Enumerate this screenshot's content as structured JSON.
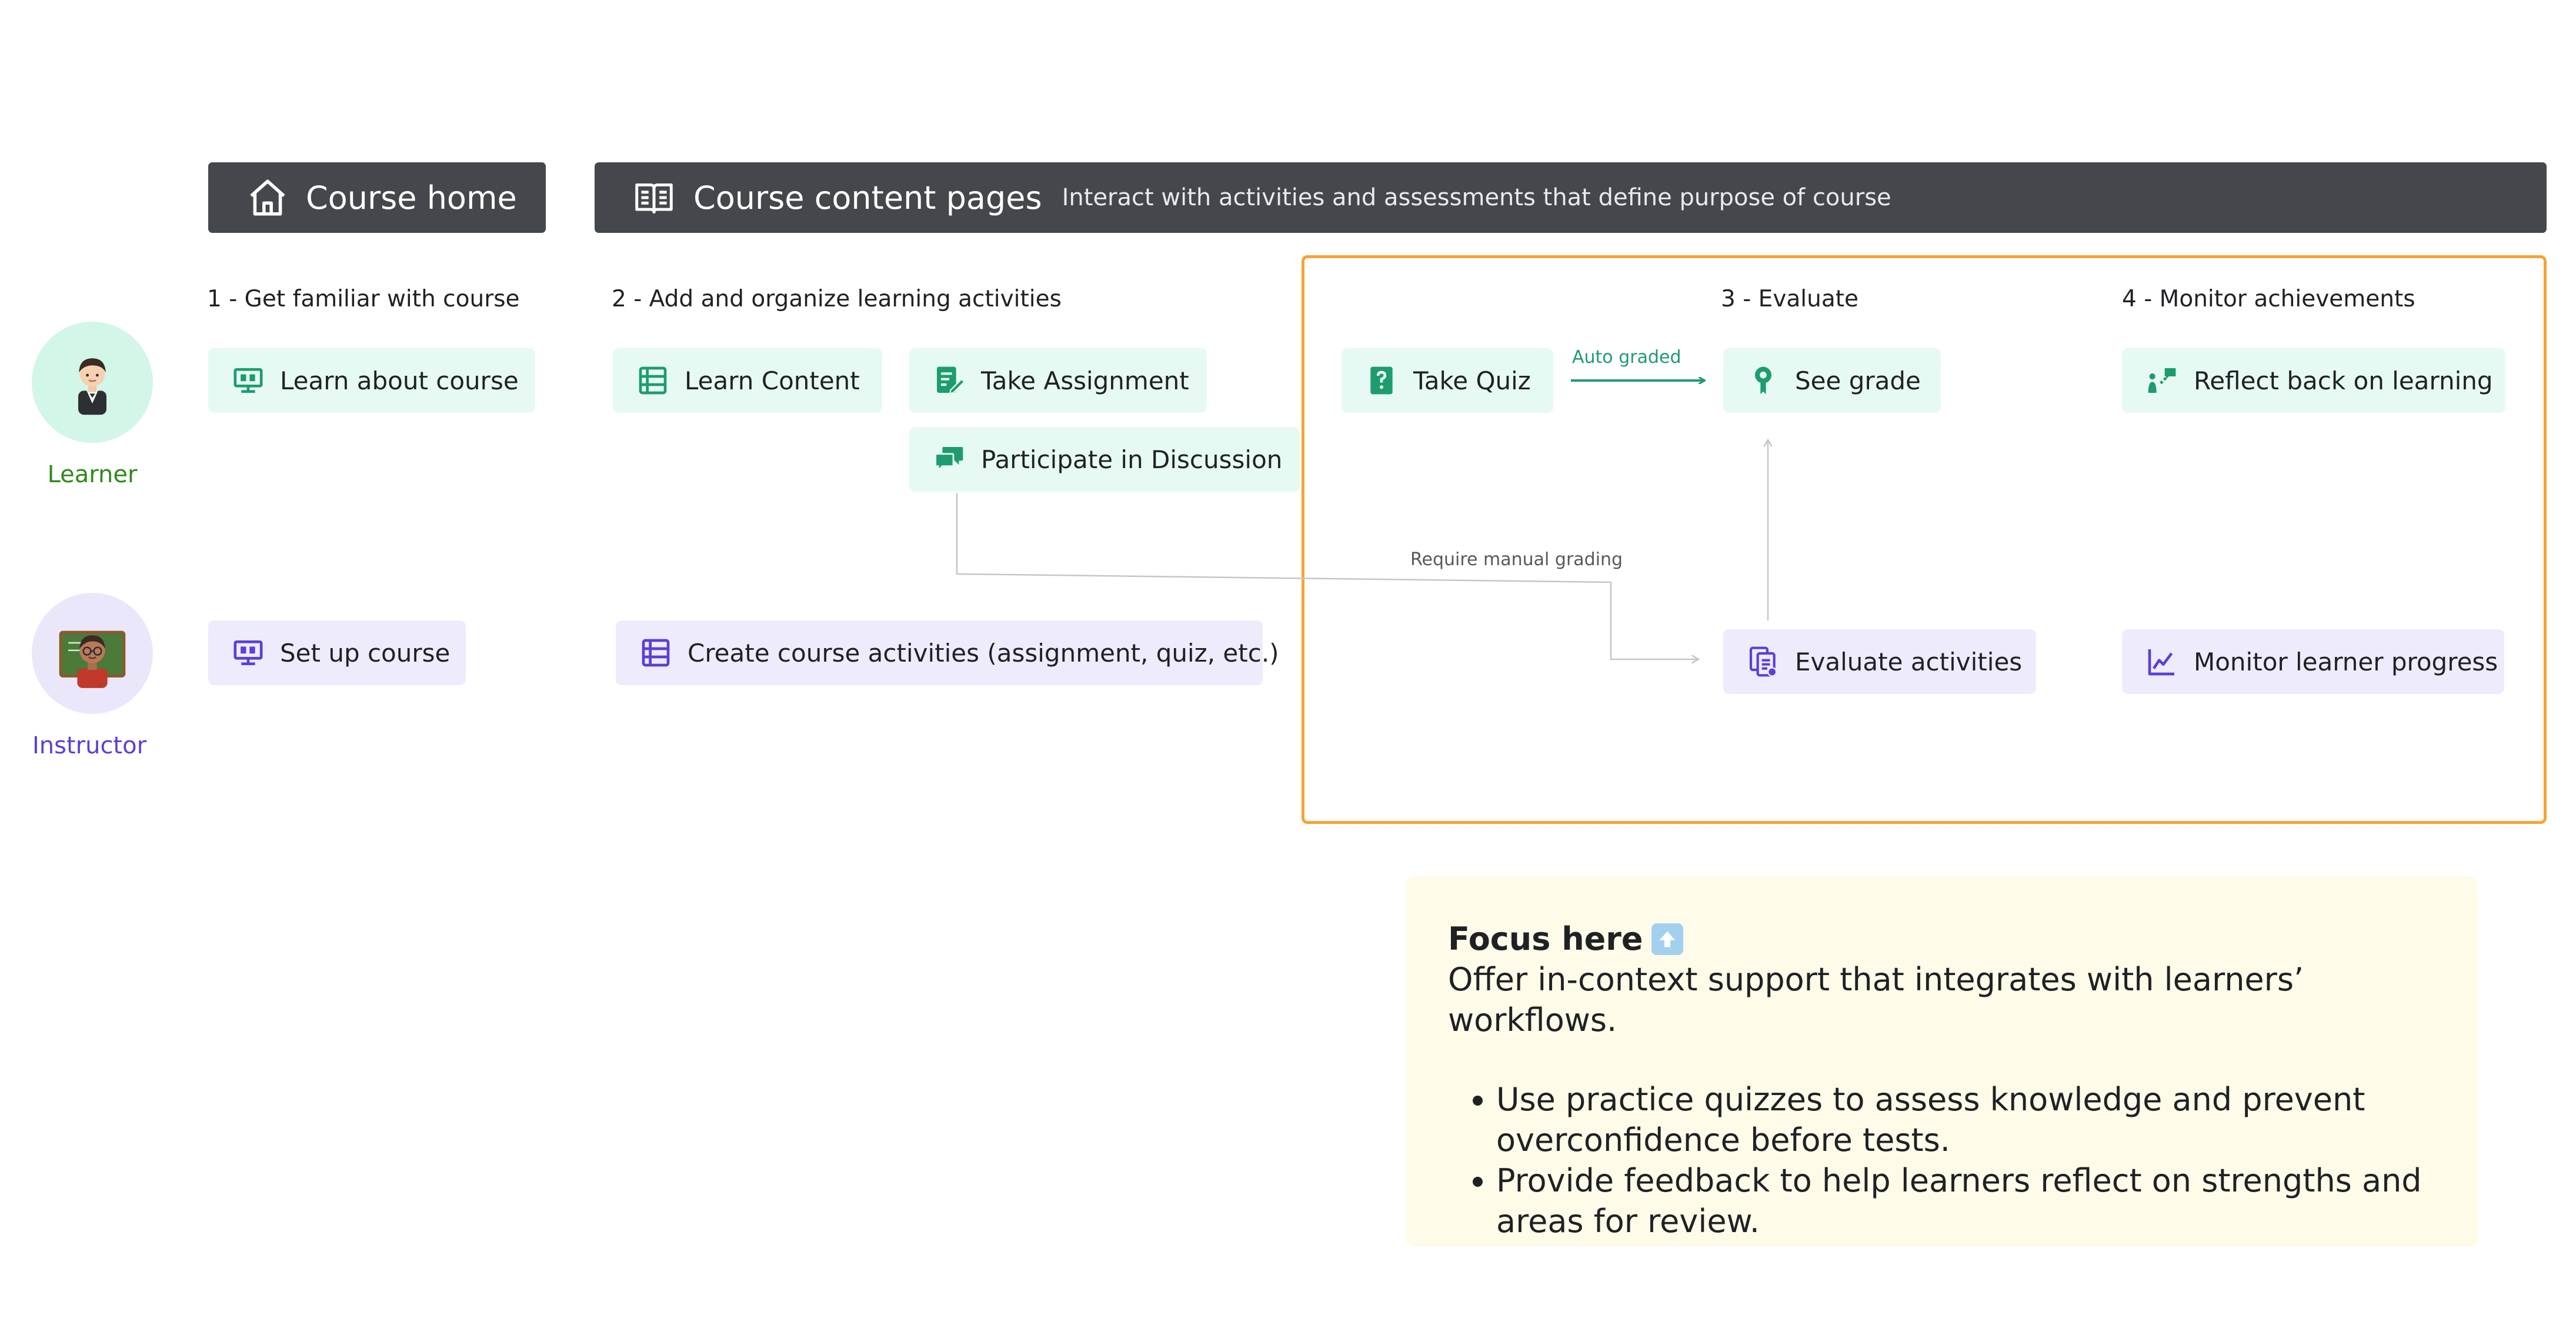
{
  "header": {
    "course_home": "Course home",
    "content_pages": "Course content pages",
    "content_pages_desc": "Interact with activities and assessments that define purpose of course"
  },
  "stages": {
    "s1": "1  - Get familiar with course",
    "s2": "2 - Add and organize learning activities",
    "s3": "3 - Evaluate",
    "s4": "4 - Monitor achievements"
  },
  "roles": {
    "learner": "Learner",
    "instructor": "Instructor"
  },
  "learner_nodes": {
    "learn_about": "Learn about course",
    "learn_content": "Learn Content",
    "take_assignment": "Take Assignment",
    "participate": "Participate in  Discussion",
    "take_quiz": "Take Quiz",
    "see_grade": "See grade",
    "reflect": "Reflect back on learning"
  },
  "instructor_nodes": {
    "setup": "Set up course",
    "create": "Create course activities (assignment, quiz, etc.)",
    "evaluate": "Evaluate activities",
    "monitor": "Monitor learner progress"
  },
  "edges": {
    "auto_graded": "Auto graded",
    "manual": "Require manual grading"
  },
  "note": {
    "title": "Focus here",
    "intro": "Offer in-context support that integrates with learners’ workflows.",
    "bullets": [
      "Use practice quizzes to assess knowledge and prevent overconfidence before tests.",
      "Provide feedback to help learners reflect on strengths and areas for review."
    ]
  },
  "colors": {
    "banner": "#44484c",
    "learner_fill": "#e6faf3",
    "learner_accent": "#1e9c6e",
    "instructor_fill": "#eeebfc",
    "instructor_accent": "#5b3fd6",
    "focus_border": "#f4a534",
    "note_fill": "#fefbe9"
  },
  "icons": {
    "course_home": "house-icon",
    "content_pages": "book-icon",
    "learn_about": "presentation-icon",
    "learn_content": "list-icon",
    "take_assignment": "edit-icon",
    "participate": "chat-icon",
    "take_quiz": "question-icon",
    "see_grade": "ribbon-icon",
    "reflect": "reflect-icon",
    "setup": "presentation-icon",
    "create": "list-icon",
    "evaluate": "documents-icon",
    "monitor": "chart-icon",
    "learner_avatar": "person-emoji-icon",
    "instructor_avatar": "teacher-emoji-icon",
    "note": "arrow-up-icon"
  }
}
